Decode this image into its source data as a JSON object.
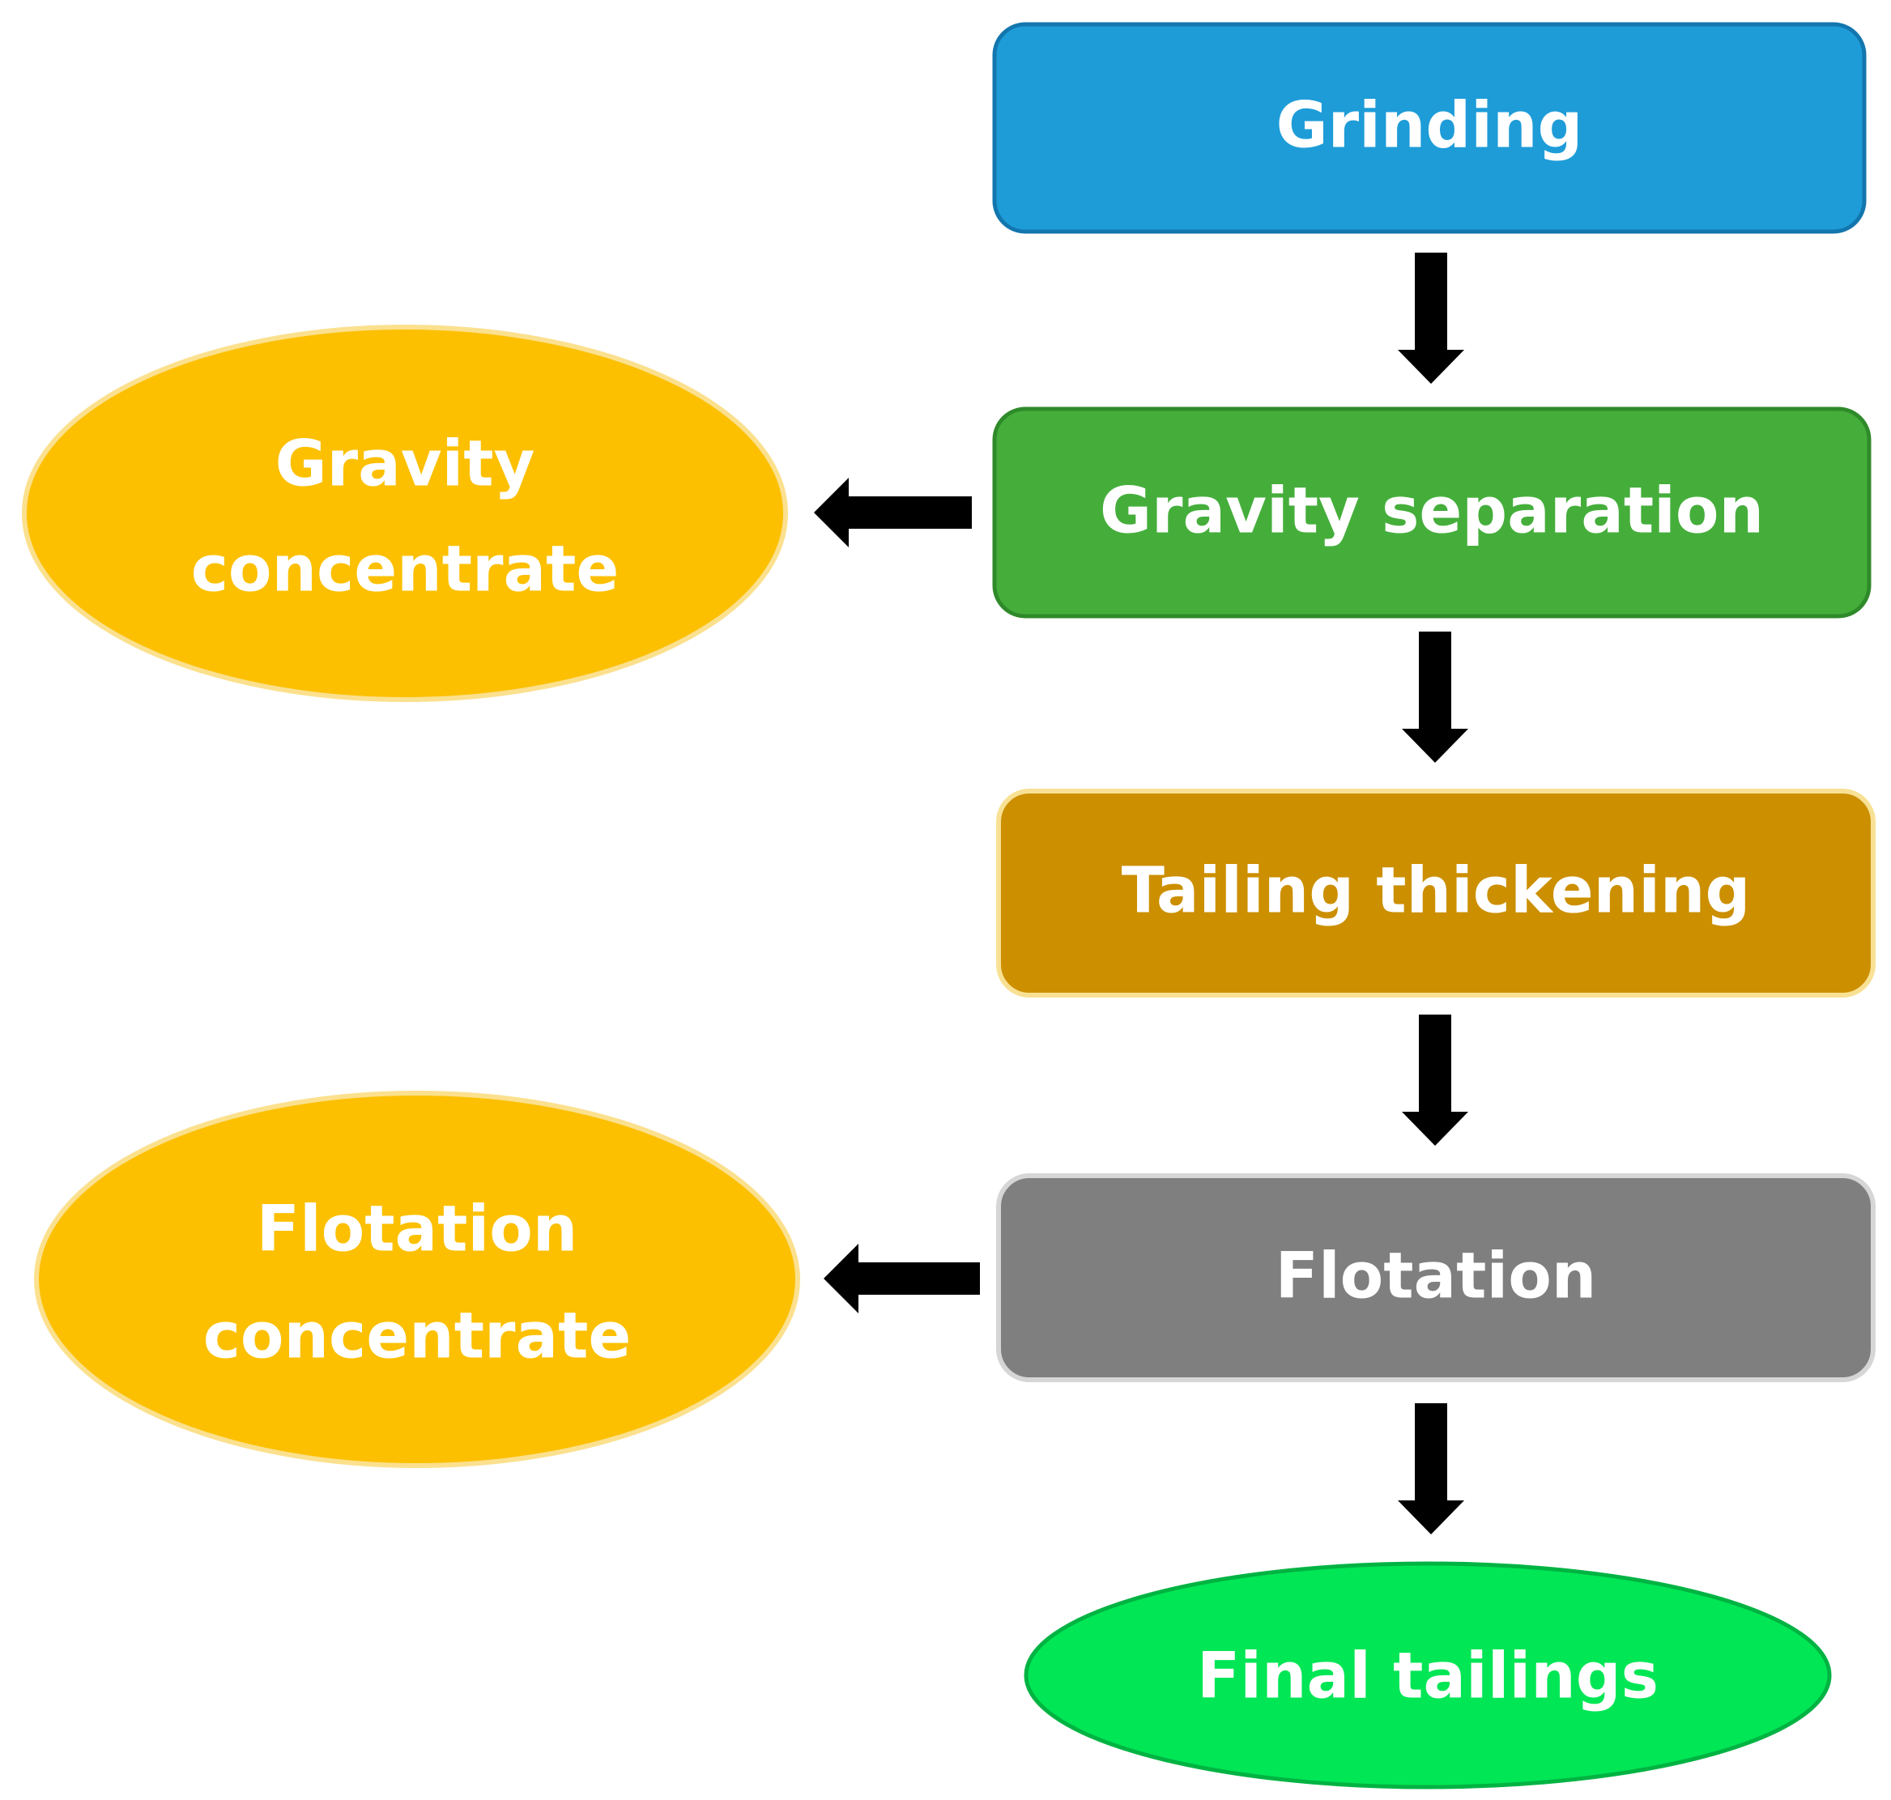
{
  "nodes": {
    "grinding": {
      "label": "Grinding",
      "fill": "#1e9cd8",
      "stroke": "#1376ae"
    },
    "gravity_separation": {
      "label": "Gravity separation",
      "fill": "#45ae3b",
      "stroke": "#2f8a2a"
    },
    "tailing_thickening": {
      "label": "Tailing thickening",
      "fill": "#cc8f00",
      "stroke": "#f8e194"
    },
    "flotation": {
      "label": "Flotation",
      "fill": "#7f7f7f",
      "stroke": "#d6d6d6"
    },
    "final_tailings": {
      "label": "Final tailings",
      "fill": "#00e655",
      "stroke": "#00b342"
    },
    "gravity_concentrate": {
      "label_line1": "Gravity",
      "label_line2": "concentrate",
      "fill": "#fcc001",
      "stroke": "#fbe08e"
    },
    "flotation_concentrate": {
      "label_line1": "Flotation",
      "label_line2": "concentrate",
      "fill": "#fcc001",
      "stroke": "#fbe08e"
    }
  },
  "edges": [
    {
      "from": "grinding",
      "to": "gravity_separation",
      "direction": "down"
    },
    {
      "from": "gravity_separation",
      "to": "gravity_concentrate",
      "direction": "left"
    },
    {
      "from": "gravity_separation",
      "to": "tailing_thickening",
      "direction": "down"
    },
    {
      "from": "tailing_thickening",
      "to": "flotation",
      "direction": "down"
    },
    {
      "from": "flotation",
      "to": "flotation_concentrate",
      "direction": "left"
    },
    {
      "from": "flotation",
      "to": "final_tailings",
      "direction": "down"
    }
  ],
  "arrow_color": "#000000"
}
